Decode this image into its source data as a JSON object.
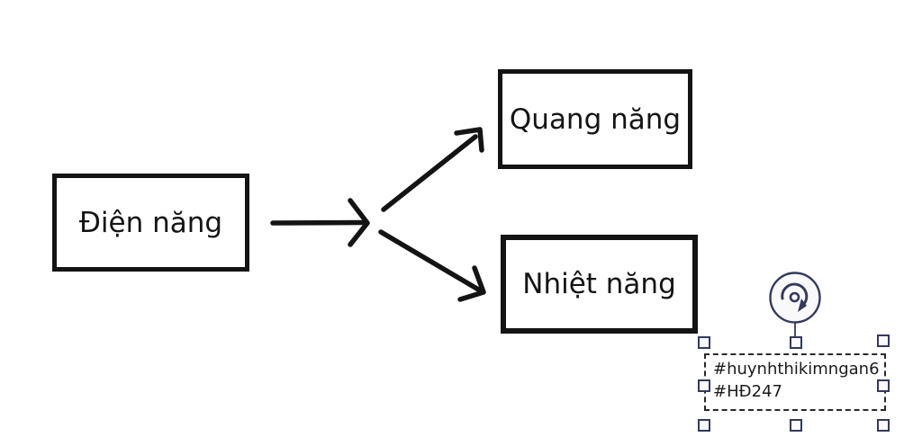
{
  "app": {
    "background_color": "#ffffff",
    "ink_color": "#141414",
    "selection_accent_color": "#343a5c"
  },
  "diagram": {
    "nodes": [
      {
        "id": "dien-nang",
        "label": "Điện năng"
      },
      {
        "id": "quang-nang",
        "label": "Quang năng"
      },
      {
        "id": "nhiet-nang",
        "label": "Nhiệt năng"
      }
    ],
    "arrows": [
      {
        "from": "Điện năng",
        "to": "branch point",
        "direction": "right"
      },
      {
        "from": "branch point",
        "to": "Quang năng",
        "direction": "up-right"
      },
      {
        "from": "branch point",
        "to": "Nhiệt năng",
        "direction": "down-right"
      }
    ]
  },
  "selection": {
    "textbox": {
      "line1": "#huynhthikimngan6",
      "line2": "#HĐ247"
    },
    "handles": [
      "top-left",
      "top-center",
      "top-right",
      "mid-left",
      "mid-right",
      "bottom-left",
      "bottom-center",
      "bottom-right"
    ],
    "rotate_icon": "rotate-icon"
  }
}
